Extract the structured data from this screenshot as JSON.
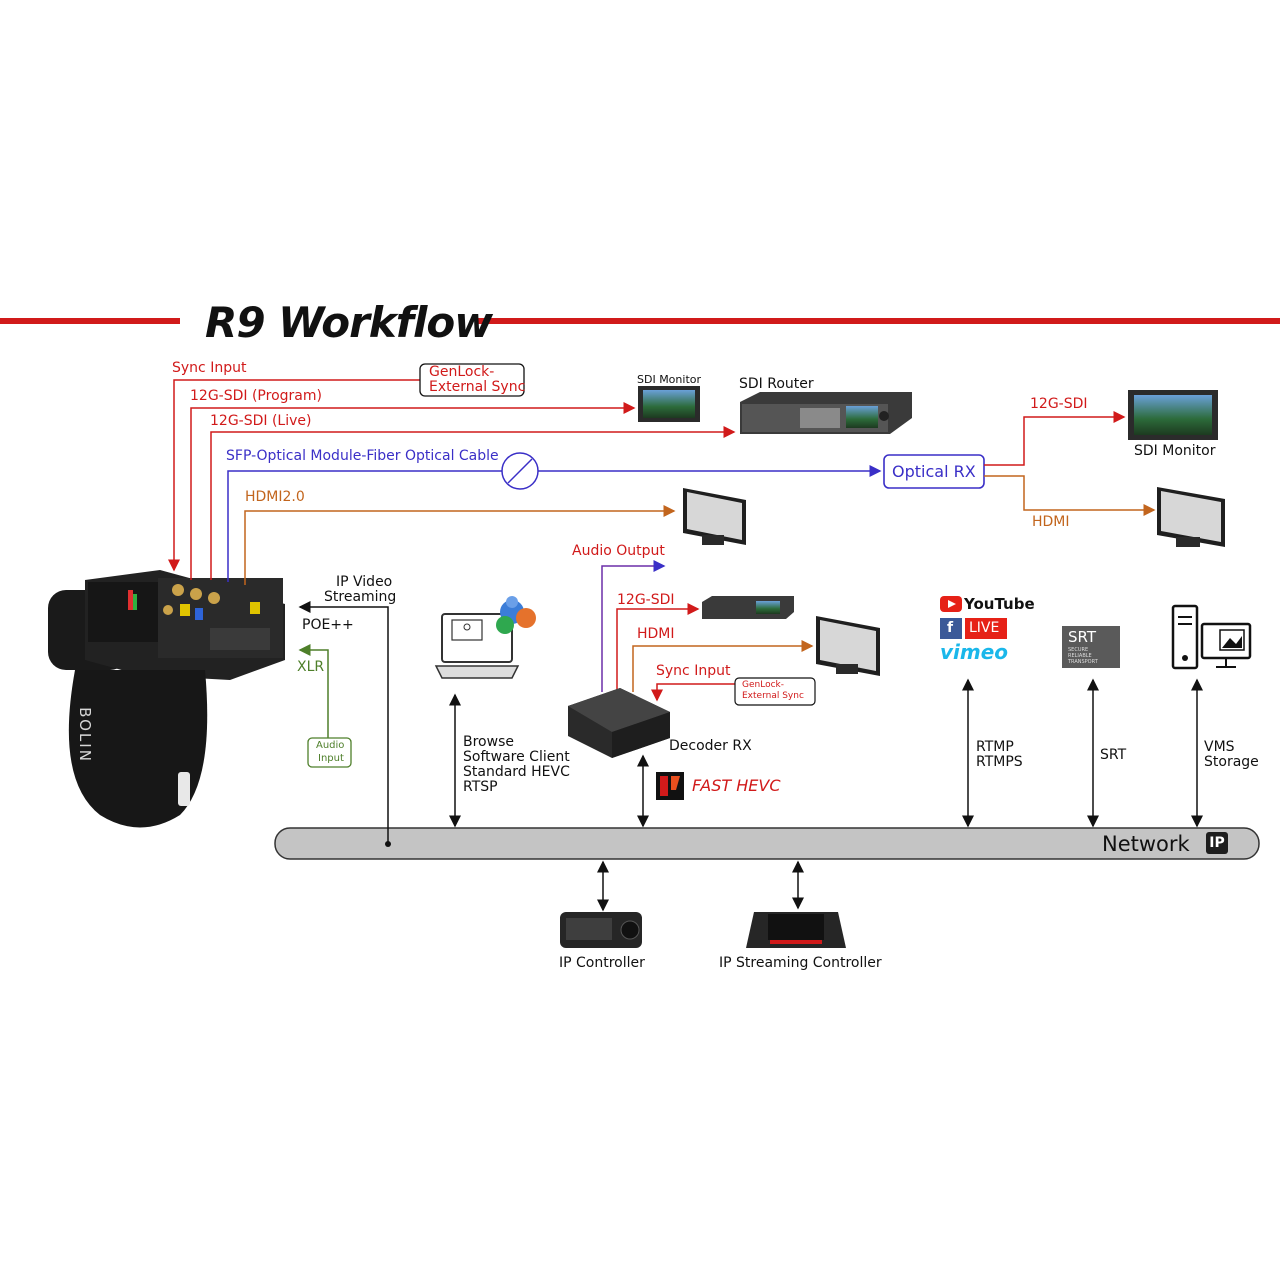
{
  "title": "R9 Workflow",
  "colors": {
    "red": "#d11a1a",
    "blue": "#3a2fc7",
    "orange": "#c2651d",
    "green": "#4e7f2a",
    "network_bar": "#c4c4c4"
  },
  "camera": {
    "brand": "BOLIN"
  },
  "links": {
    "sync_input": "Sync Input",
    "genlock_line1": "GenLock-",
    "genlock_line2": "External Sync",
    "sdi_program": "12G-SDI (Program)",
    "sdi_live": "12G-SDI (Live)",
    "sfp_optical": "SFP-Optical Module-Fiber Optical Cable",
    "hdmi20": "HDMI2.0",
    "ip_video_line1": "IP Video",
    "ip_video_line2": "Streaming",
    "poe": "POE++",
    "xlr": "XLR",
    "audio_input_line1": "Audio",
    "audio_input_line2": "Input"
  },
  "devices": {
    "sdi_monitor_top": "SDI Monitor",
    "sdi_router": "SDI Router",
    "optical_rx": "Optical RX",
    "sdi_monitor_right": "SDI Monitor",
    "rx_12g_sdi": "12G-SDI",
    "rx_hdmi": "HDMI"
  },
  "decoder": {
    "audio_output": "Audio Output",
    "sdi": "12G-SDI",
    "hdmi": "HDMI",
    "sync_input": "Sync Input",
    "genlock_line1": "GenLock-",
    "genlock_line2": "External Sync",
    "label": "Decoder RX",
    "fast_hevc": "FAST HEVC"
  },
  "browse": {
    "line1": "Browse",
    "line2": "Software Client",
    "line3": "Standard HEVC",
    "line4": "RTSP"
  },
  "streaming": {
    "youtube": "YouTube",
    "live": "LIVE",
    "vimeo": "vimeo",
    "rtmp": "RTMP",
    "rtmps": "RTMPS",
    "srt_logo": "SRT",
    "srt_sub1": "SECURE",
    "srt_sub2": "RELIABLE",
    "srt_sub3": "TRANSPORT",
    "srt": "SRT",
    "vms": "VMS",
    "storage": "Storage"
  },
  "network": {
    "label": "Network",
    "badge": "IP"
  },
  "controllers": {
    "ip_controller": "IP Controller",
    "ip_streaming_controller": "IP Streaming Controller"
  }
}
